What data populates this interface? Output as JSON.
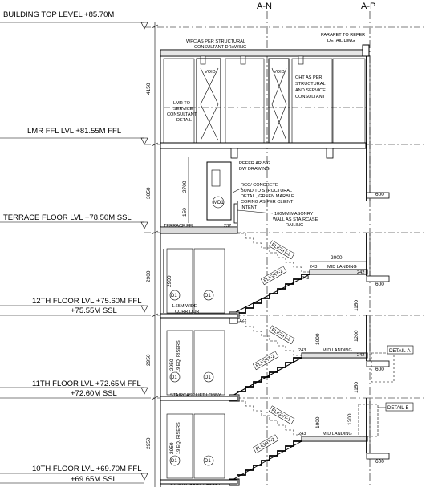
{
  "grid_labels": [
    "A-N",
    "A-P"
  ],
  "levels": {
    "building_top": "BUILDING TOP  LEVEL  +85.70M",
    "lmr": "LMR  FFL  LVL  +81.55M  FFL",
    "terrace": "TERRACE FLOOR  LVL  +78.50M  SSL",
    "floor12_ffl": "12TH FLOOR  LVL  +75.60M  FFL",
    "floor12_ssl": "+75.55M  SSL",
    "floor11_ffl": "11TH FLOOR  LVL  +72.65M  FFL",
    "floor11_ssl": "+72.60M  SSL",
    "floor10_ffl": "10TH FLOOR  LVL  +69.70M  FFL",
    "floor10_ssl": "+69.65M  SSL"
  },
  "dimensions": {
    "d4150": "4150",
    "d3050": "3050",
    "d2900": "2900",
    "d2950a": "2950",
    "d2950b": "2950",
    "d2700": "2700",
    "d150": "150",
    "d600a": "600",
    "d600b": "600",
    "d600c": "600",
    "d600d": "600",
    "d2000": "2000",
    "d1150a": "1150",
    "d1150b": "1150",
    "d1200a": "1200",
    "d1200b": "1200",
    "d1000a": "1000",
    "d1000b": "1000",
    "d2950c": "2950",
    "d2950d": "2950"
  },
  "notes": {
    "wpc": "WPC AS PER STRUCTURAL",
    "wpc2": "CONSULTANT DRAWING",
    "parapet1": "PARAPET TO REFER",
    "parapet2": "DETAIL DWG",
    "lmr1": "LMR TO",
    "lmr2": "SERVICE",
    "lmr3": "CONSULTANT",
    "lmr4": "DETAIL",
    "void1": "VOID",
    "void2": "VOID",
    "oht1": "OHT AS PER",
    "oht2": "STRUCTURAL",
    "oht3": "AND SERVICE",
    "oht4": "CONSULTANT",
    "refer1": "REFER  AR-502",
    "refer2": "DW DRAWING",
    "rcc1": "RCC/  CONCRETE",
    "rcc2": "BUND TO STRUCTURAL",
    "rcc3": "DETAIL, GREEN MARBLE",
    "rcc4": "COPING AS PER CLIENT",
    "rcc5": "INTENT",
    "masonry1": "100MM MASONRY",
    "masonry2": "WALL AS STAIRCASE",
    "masonry3": "RAILING",
    "terrace_ffl": "TERRACE FFL",
    "corridor1": "1.65M WIDE",
    "corridor2": "CORRIDOR",
    "risers1": "19 EQ. RISERS",
    "risers2": "19 EQ. RISERS",
    "staircase1": "STAIRCASE",
    "lift1": "LIFT LOBBY",
    "staircase2": "STAIRCASE",
    "lift2": "LIFT LOBBY",
    "mid1": "MID LANDING",
    "mid2": "MID LANDING",
    "mid3": "MID LANDING"
  },
  "tags": {
    "md1": "MD1",
    "d1a": "D1",
    "d1b": "D1",
    "d1c": "D1",
    "d1d": "D1",
    "d1e": "D1",
    "d1f": "D1",
    "flight_a": "FLIGHT-1",
    "flight_b": "FLIGHT-2",
    "flight_c": "FLIGHT-1",
    "flight_d": "FLIGHT-2",
    "flight_e": "FLIGHT-1",
    "flight_f": "FLIGHT-2",
    "detail_a": "DETAIL-A",
    "detail_b": "DETAIL-B"
  },
  "spot_levels": {
    "s243a": "243",
    "s243b": "243",
    "s242a": "242",
    "s242b": "242",
    "s232": "232",
    "s122": "122",
    "s243c": "243",
    "s243d": "243"
  }
}
